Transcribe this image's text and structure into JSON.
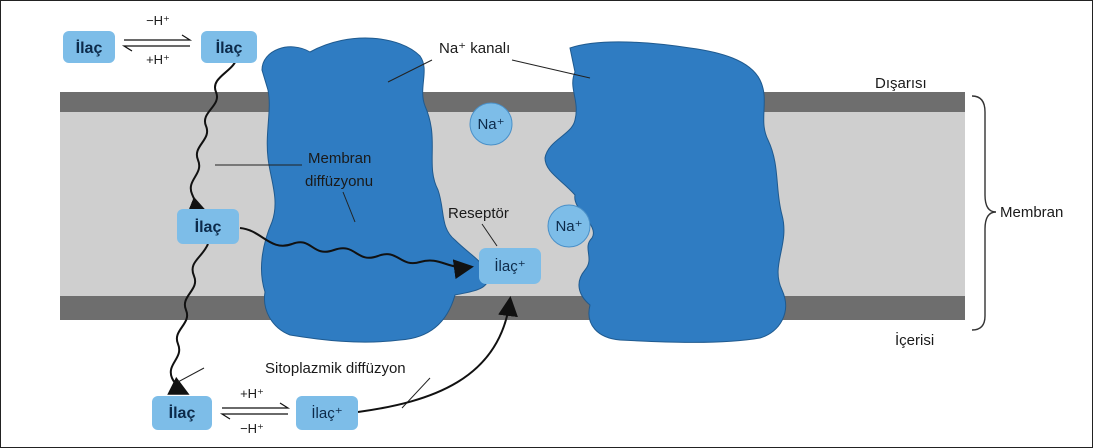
{
  "labels": {
    "na_channel": "Na⁺ kanalı",
    "outside": "Dışarısı",
    "inside": "İçerisi",
    "membrane": "Membran",
    "membrane_diffusion_line1": "Membran",
    "membrane_diffusion_line2": "diffüzyonu",
    "receptor": "Reseptör",
    "cytoplasmic_diffusion": "Sitoplazmik diffüzyon",
    "na_ion_top": "Na⁺",
    "na_ion_bottom": "Na⁺"
  },
  "drug": {
    "neutral": "İlaç",
    "ionized": "İlaç⁺"
  },
  "equilibrium": {
    "top_upper": "−H⁺",
    "top_lower": "+H⁺",
    "bottom_upper": "+H⁺",
    "bottom_lower": "−H⁺"
  },
  "colors": {
    "protein": "#2f7cc2",
    "drug_box": "#7dbde8",
    "membrane_core": "#cfcfcf",
    "membrane_edge": "#6e6e6e"
  }
}
